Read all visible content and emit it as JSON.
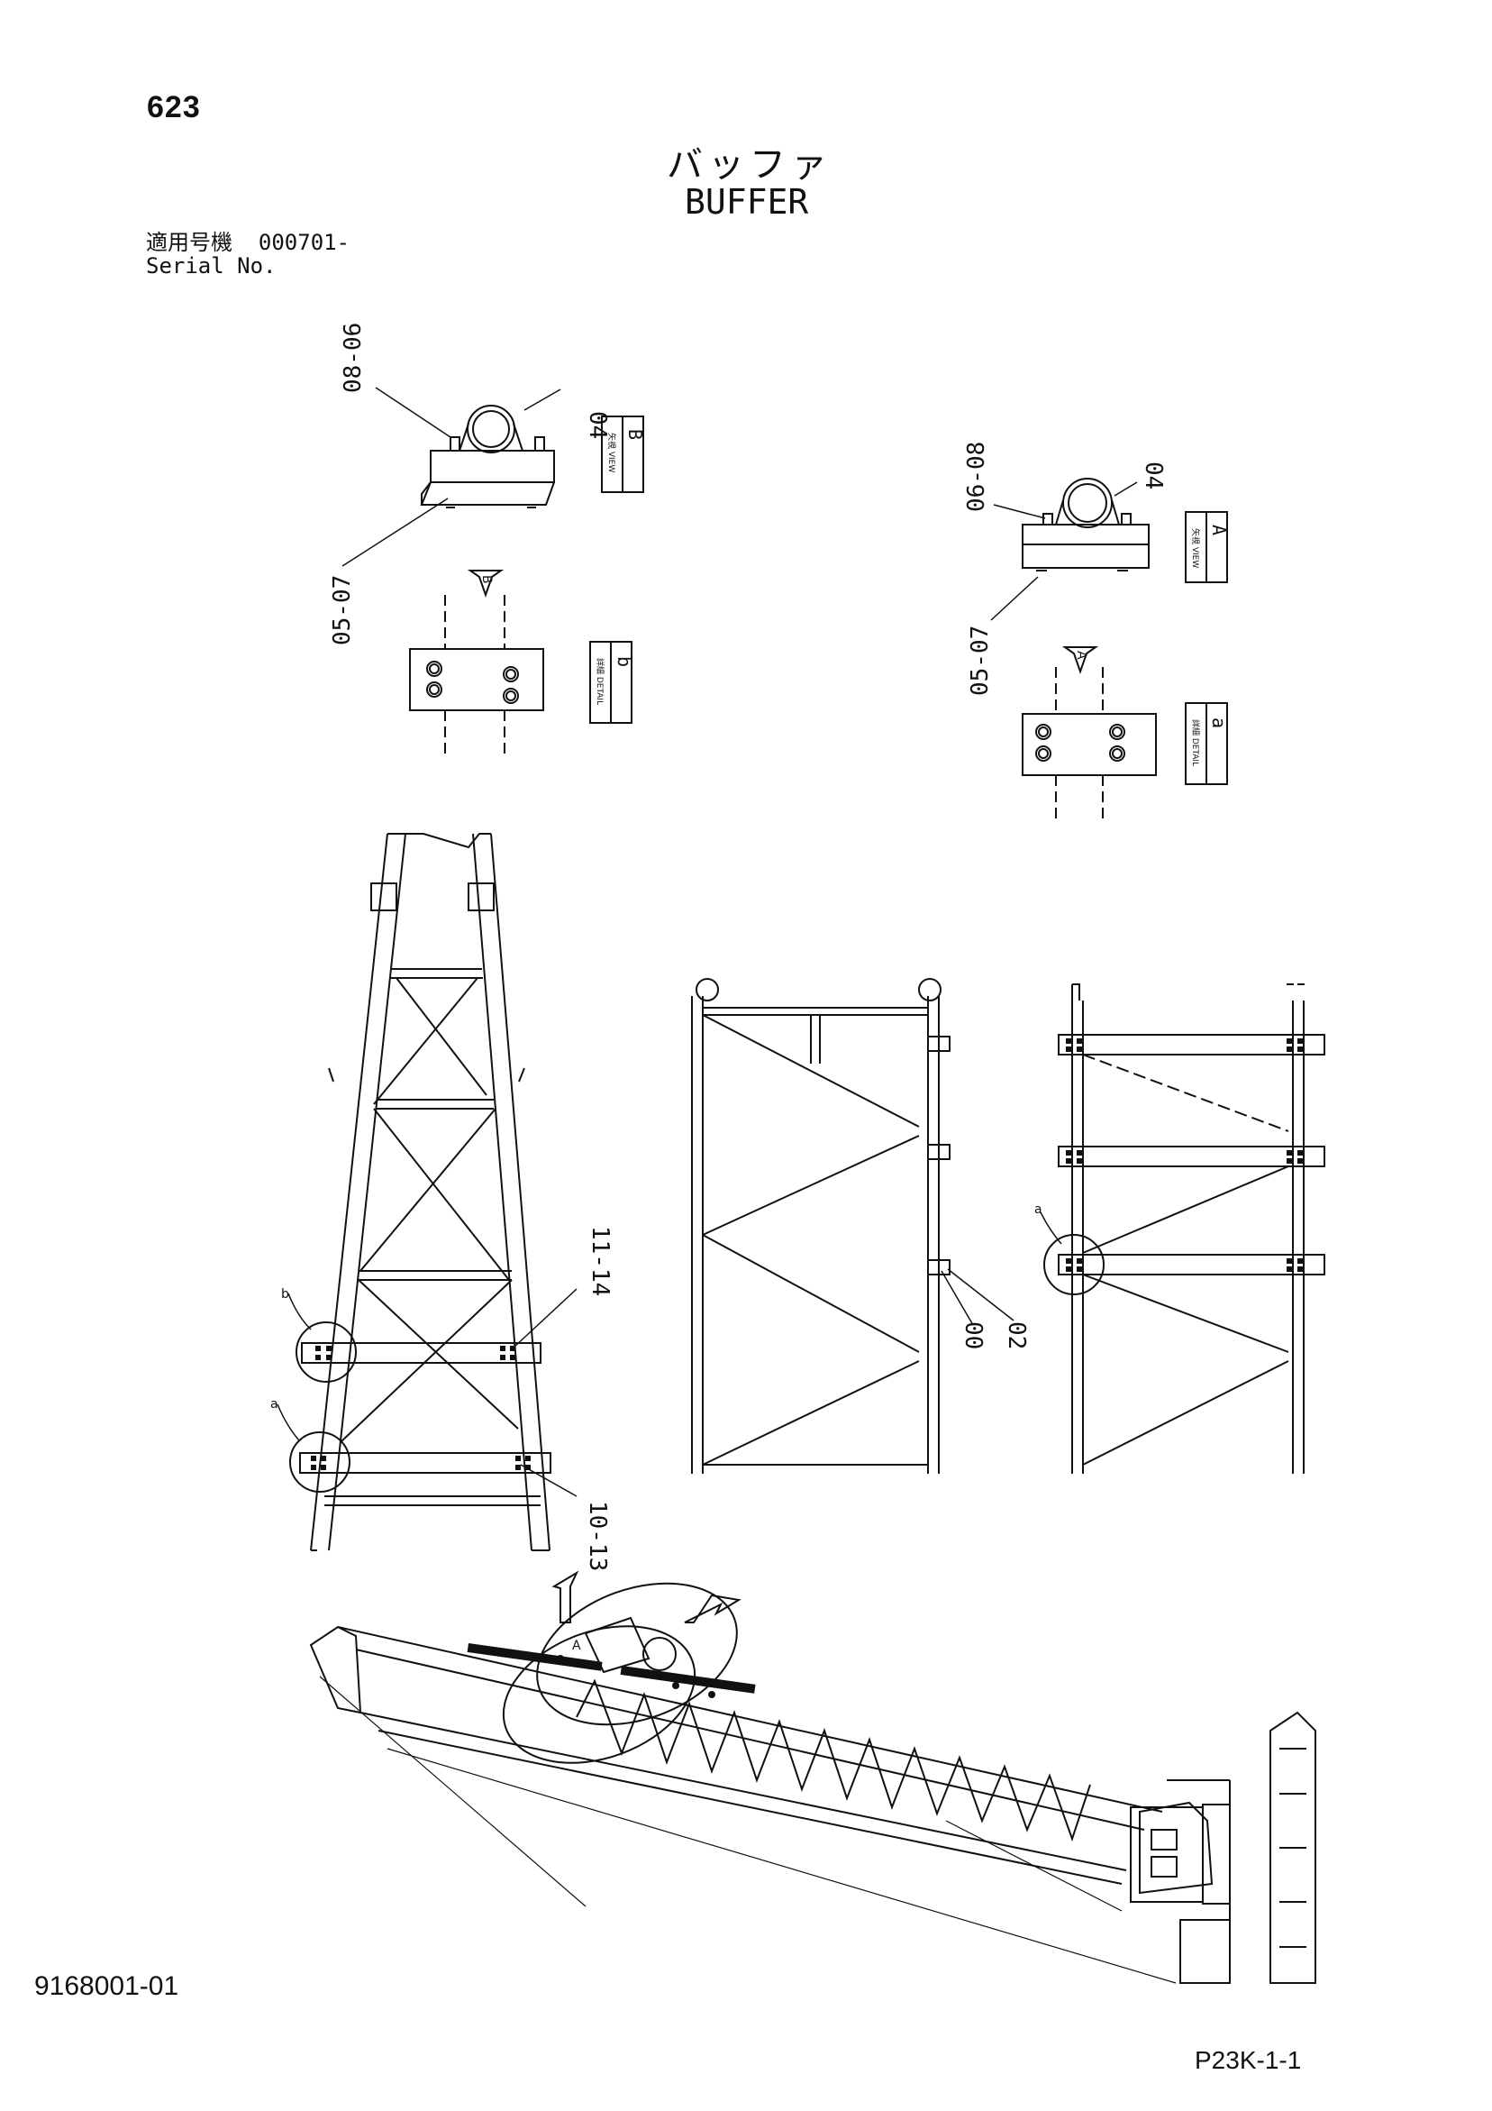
{
  "header": {
    "page_number": "623",
    "title_jp": "バッファ",
    "title_en": "BUFFER",
    "serial_label_jp": "適用号機",
    "serial_value": "000701-",
    "serial_label_en": "Serial No."
  },
  "footer": {
    "drawing_number": "9168001-01",
    "sheet_code": "P23K-1-1"
  },
  "callouts": {
    "view_b_bolt": "08-06",
    "view_b_buffer": "04",
    "view_b_plate": "05-07",
    "view_a_bolt": "06-08",
    "view_a_buffer": "04",
    "view_a_plate": "05-07",
    "frame_upper": "11-14",
    "frame_lower": "10-13",
    "mid_ref_1": "00",
    "mid_ref_2": "02"
  },
  "view_tags": {
    "view_b_letter": "B",
    "view_b_caption": "矢視 VIEW",
    "detail_b_letter": "b",
    "detail_b_caption": "詳細 DETAIL",
    "view_a_letter": "A",
    "view_a_caption": "矢視 VIEW",
    "detail_a_letter": "a",
    "detail_a_caption": "詳細 DETAIL"
  },
  "markers": {
    "arrow_b": "B",
    "arrow_a": "A",
    "frame_detail_b": "b",
    "frame_detail_a": "a",
    "right_detail_a": "a",
    "boom_view_a": "A"
  }
}
